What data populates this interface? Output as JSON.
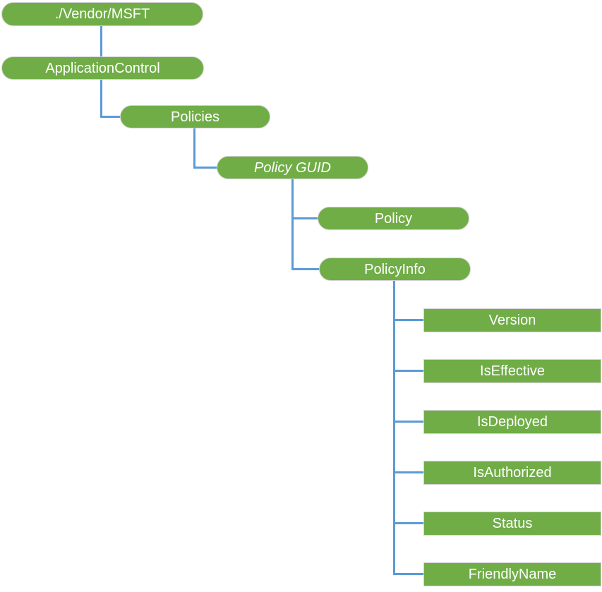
{
  "diagram": {
    "kind": "tree",
    "colors": {
      "node_fill": "#70AD47",
      "node_text": "#FFFFFF",
      "connector": "#5B9BD5",
      "background": "#FFFFFF",
      "node_outline": "#D2D0D0"
    },
    "nodes": [
      {
        "label": "./Vendor/MSFT",
        "shape": "pill",
        "parent": null
      },
      {
        "label": "ApplicationControl",
        "shape": "pill",
        "parent": "./Vendor/MSFT"
      },
      {
        "label": "Policies",
        "shape": "pill",
        "parent": "ApplicationControl"
      },
      {
        "label": "Policy GUID",
        "shape": "pill",
        "parent": "Policies",
        "text_style": "italic"
      },
      {
        "label": "Policy",
        "shape": "pill",
        "parent": "Policy GUID"
      },
      {
        "label": "PolicyInfo",
        "shape": "pill",
        "parent": "Policy GUID"
      },
      {
        "label": "Version",
        "shape": "rect",
        "parent": "PolicyInfo"
      },
      {
        "label": "IsEffective",
        "shape": "rect",
        "parent": "PolicyInfo"
      },
      {
        "label": "IsDeployed",
        "shape": "rect",
        "parent": "PolicyInfo"
      },
      {
        "label": "IsAuthorized",
        "shape": "rect",
        "parent": "PolicyInfo"
      },
      {
        "label": "Status",
        "shape": "rect",
        "parent": "PolicyInfo"
      },
      {
        "label": "FriendlyName",
        "shape": "rect",
        "parent": "PolicyInfo"
      }
    ]
  }
}
